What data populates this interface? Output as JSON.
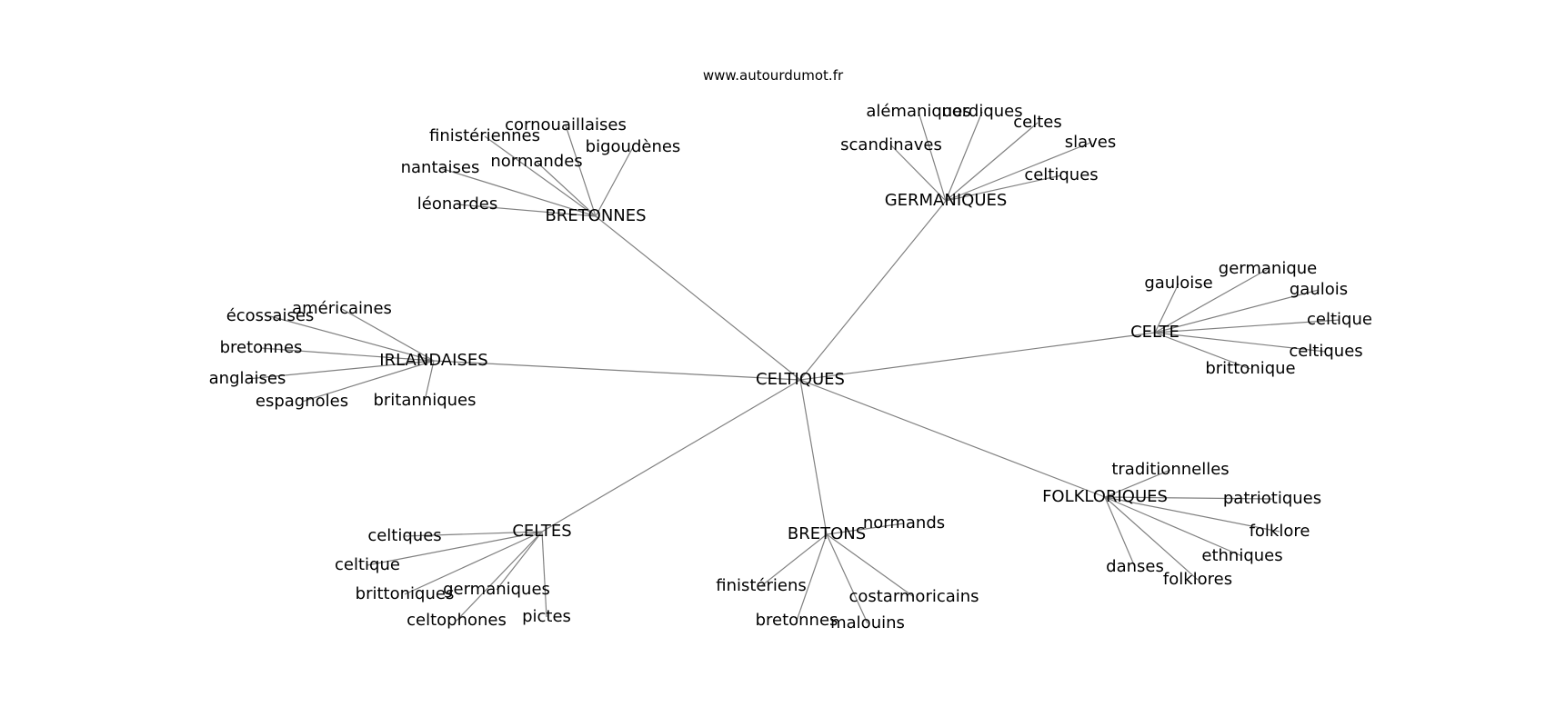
{
  "source": "www.autourdumot.fr",
  "root": "CELTIQUES",
  "hubs": [
    {
      "id": "bretonnes",
      "label": "BRETONNES",
      "leaves": [
        "léonardes",
        "nantaises",
        "finistériennes",
        "normandes",
        "cornouaillaises",
        "bigoudènes"
      ]
    },
    {
      "id": "germaniques",
      "label": "GERMANIQUES",
      "leaves": [
        "scandinaves",
        "alémaniques",
        "nordiques",
        "celtes",
        "slaves",
        "celtiques"
      ]
    },
    {
      "id": "celte",
      "label": "CELTE",
      "leaves": [
        "gauloise",
        "germanique",
        "gaulois",
        "celtique",
        "celtiques",
        "brittonique"
      ]
    },
    {
      "id": "irlandaises",
      "label": "IRLANDAISES",
      "leaves": [
        "américaines",
        "écossaises",
        "bretonnes",
        "anglaises",
        "espagnoles",
        "britanniques"
      ]
    },
    {
      "id": "folkloriques",
      "label": "FOLKLORIQUES",
      "leaves": [
        "traditionnelles",
        "patriotiques",
        "folklore",
        "ethniques",
        "folklores",
        "danses"
      ]
    },
    {
      "id": "celtes",
      "label": "CELTES",
      "leaves": [
        "celtiques",
        "celtique",
        "brittoniques",
        "germaniques",
        "celtophones",
        "pictes"
      ]
    },
    {
      "id": "bretons",
      "label": "BRETONS",
      "leaves": [
        "normands",
        "finistériens",
        "bretonnes",
        "malouins",
        "costarmoricains"
      ]
    }
  ]
}
